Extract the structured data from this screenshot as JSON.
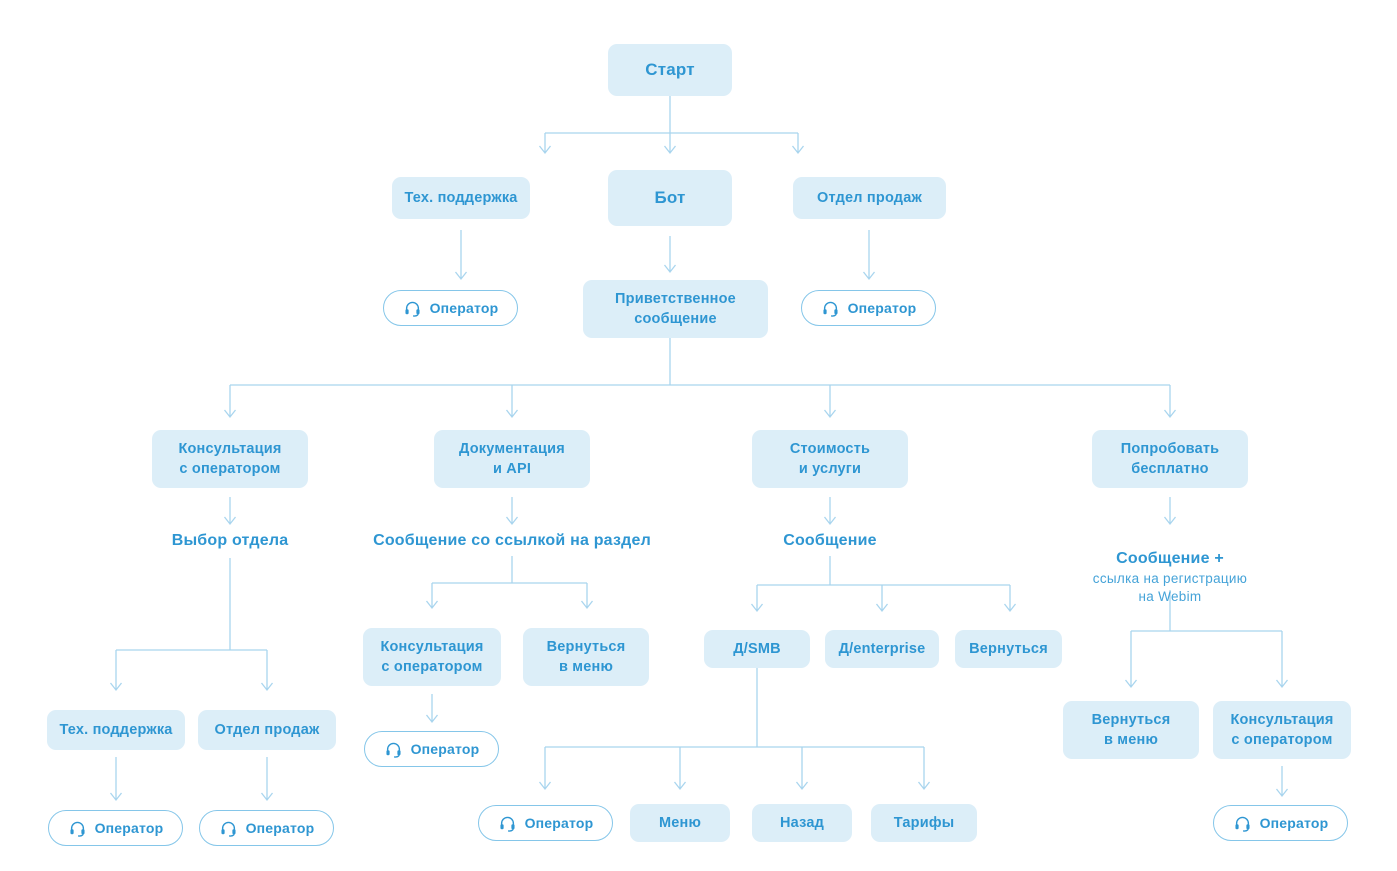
{
  "diagram": {
    "colors": {
      "accent_text": "#2E96D2",
      "node_fill": "#DCEEF8",
      "connector_line": "#A9D5EE",
      "pill_border": "#85C6E9",
      "background": "#FFFFFF"
    },
    "nodes": {
      "start": "Старт",
      "tech_support": "Тех. поддержка",
      "bot": "Бот",
      "sales_dept": "Отдел продаж",
      "operator": "Оператор",
      "welcome_message": "Приветственное\nсообщение",
      "consult_with_operator": "Консультация\nс оператором",
      "dept_choice": "Выбор отдела",
      "docs_api": "Документация\nи API",
      "link_message": "Сообщение со ссылкой на раздел",
      "cost_services": "Стоимость\nи услуги",
      "message": "Сообщение",
      "try_free": "Попробовать\nбесплатно",
      "message_plus": "Сообщение +",
      "registration_link": "ссылка на регистрацию\nна Webim",
      "back_to_menu": "Вернуться\nв меню",
      "d_smb": "Д/SMB",
      "d_enterprise": "Д/enterprise",
      "back_single": "Вернуться",
      "menu": "Меню",
      "back": "Назад",
      "tariffs": "Тарифы"
    }
  }
}
